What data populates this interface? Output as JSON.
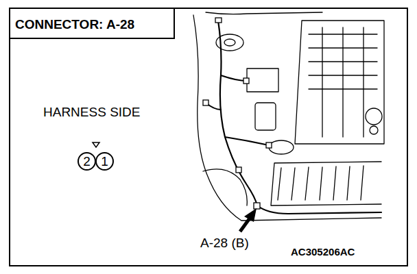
{
  "diagram": {
    "title": "CONNECTOR: A-28",
    "nodes": [
      {
        "text": [
          "2"
        ]
      },
      {
        "text": [
          "1"
        ]
      }
    ],
    "labels": [
      "HARNESS SIDE",
      "A-28 (B)",
      "AC305206AC"
    ]
  }
}
